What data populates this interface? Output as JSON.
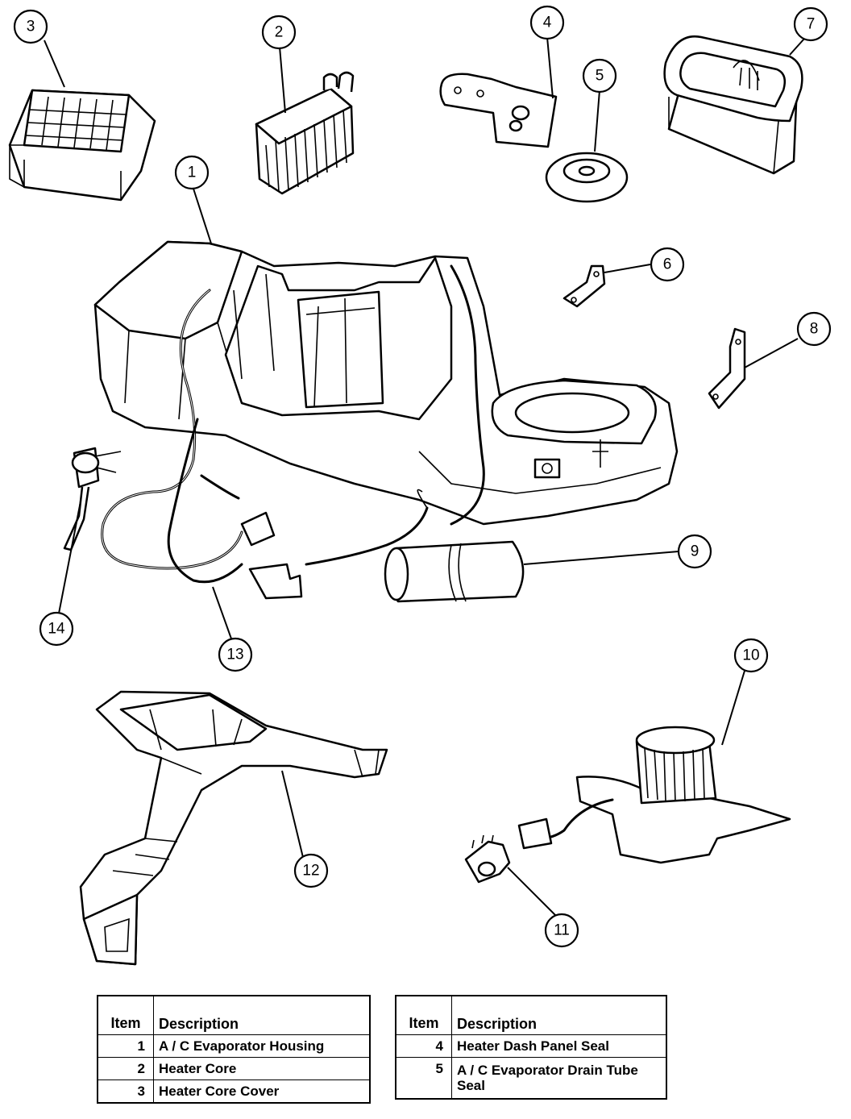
{
  "callouts": [
    {
      "number": "1"
    },
    {
      "number": "2"
    },
    {
      "number": "3"
    },
    {
      "number": "4"
    },
    {
      "number": "5"
    },
    {
      "number": "6"
    },
    {
      "number": "7"
    },
    {
      "number": "8"
    },
    {
      "number": "9"
    },
    {
      "number": "10"
    },
    {
      "number": "11"
    },
    {
      "number": "12"
    },
    {
      "number": "13"
    },
    {
      "number": "14"
    }
  ],
  "legend": {
    "header": {
      "item": "Item",
      "description": "Description"
    },
    "left_rows": [
      {
        "item": "1",
        "description": "A / C Evaporator Housing"
      },
      {
        "item": "2",
        "description": "Heater Core"
      },
      {
        "item": "3",
        "description": "Heater Core Cover"
      }
    ],
    "right_rows": [
      {
        "item": "4",
        "description": "Heater Dash Panel Seal"
      },
      {
        "item": "5",
        "description": "A / C Evaporator Drain Tube Seal"
      }
    ]
  }
}
